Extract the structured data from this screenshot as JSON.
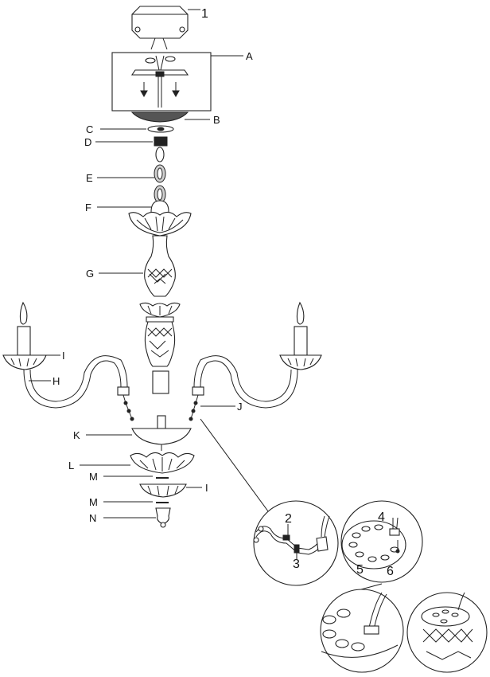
{
  "diagram": {
    "part_labels": {
      "one": "1",
      "a": "A",
      "b": "B",
      "c": "C",
      "d": "D",
      "e": "E",
      "f": "F",
      "g": "G",
      "i_left": "I",
      "h": "H",
      "j": "J",
      "k": "K",
      "l": "L",
      "m_upper": "M",
      "i_lower": "I",
      "m_lower": "M",
      "n": "N"
    },
    "detail_labels": {
      "two": "2",
      "three": "3",
      "four": "4",
      "five": "5",
      "six": "6"
    }
  }
}
